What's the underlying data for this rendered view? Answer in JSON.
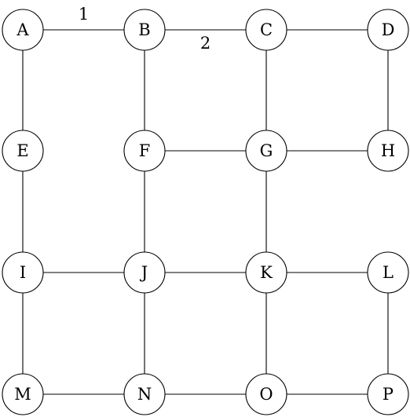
{
  "nodes": [
    {
      "id": "A",
      "label": "A"
    },
    {
      "id": "B",
      "label": "B"
    },
    {
      "id": "C",
      "label": "C"
    },
    {
      "id": "D",
      "label": "D"
    },
    {
      "id": "E",
      "label": "E"
    },
    {
      "id": "F",
      "label": "F"
    },
    {
      "id": "G",
      "label": "G"
    },
    {
      "id": "H",
      "label": "H"
    },
    {
      "id": "I",
      "label": "I"
    },
    {
      "id": "J",
      "label": "J"
    },
    {
      "id": "K",
      "label": "K"
    },
    {
      "id": "L",
      "label": "L"
    },
    {
      "id": "M",
      "label": "M"
    },
    {
      "id": "N",
      "label": "N"
    },
    {
      "id": "O",
      "label": "O"
    },
    {
      "id": "P",
      "label": "P"
    }
  ],
  "edges": [
    {
      "from": "A",
      "to": "B",
      "label": "1"
    },
    {
      "from": "B",
      "to": "C",
      "label": "2"
    },
    {
      "from": "C",
      "to": "D"
    },
    {
      "from": "A",
      "to": "E"
    },
    {
      "from": "B",
      "to": "F"
    },
    {
      "from": "C",
      "to": "G"
    },
    {
      "from": "D",
      "to": "H"
    },
    {
      "from": "F",
      "to": "G"
    },
    {
      "from": "G",
      "to": "H"
    },
    {
      "from": "E",
      "to": "I"
    },
    {
      "from": "F",
      "to": "J"
    },
    {
      "from": "G",
      "to": "K"
    },
    {
      "from": "I",
      "to": "J"
    },
    {
      "from": "J",
      "to": "K"
    },
    {
      "from": "K",
      "to": "L"
    },
    {
      "from": "I",
      "to": "M"
    },
    {
      "from": "J",
      "to": "N"
    },
    {
      "from": "K",
      "to": "O"
    },
    {
      "from": "L",
      "to": "P"
    },
    {
      "from": "M",
      "to": "N"
    },
    {
      "from": "N",
      "to": "O"
    },
    {
      "from": "O",
      "to": "P"
    }
  ]
}
